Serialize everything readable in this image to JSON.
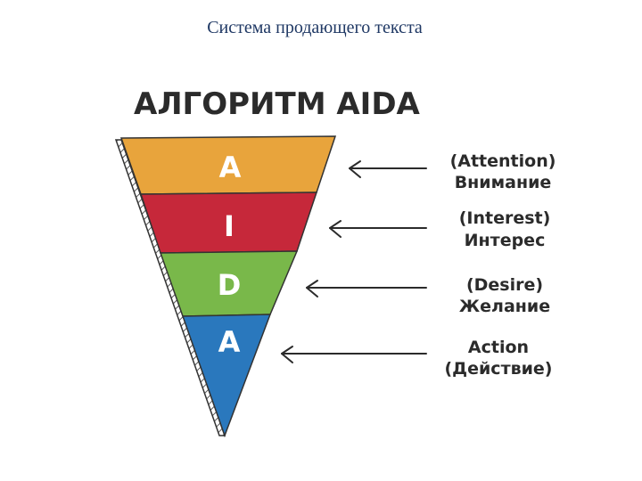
{
  "slide": {
    "title": "Система продающего текста"
  },
  "diagram": {
    "heading": "АЛГОРИТМ AIDA",
    "stages": [
      {
        "letter": "A",
        "label_top": "(Attention)",
        "label_bottom": "Внимание",
        "color": "#e8a43c"
      },
      {
        "letter": "I",
        "label_top": "(Interest)",
        "label_bottom": "Интерес",
        "color": "#c6283a"
      },
      {
        "letter": "D",
        "label_top": "(Desire)",
        "label_bottom": "Желание",
        "color": "#79b84a"
      },
      {
        "letter": "A",
        "label_top": "Action",
        "label_bottom": "(Действие)",
        "color": "#2a78bd"
      }
    ]
  }
}
